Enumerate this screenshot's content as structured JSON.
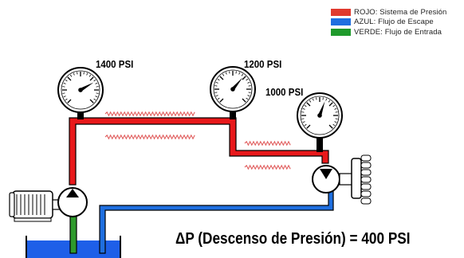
{
  "legend": [
    {
      "color": "#e03a2e",
      "label": "ROJO: Sistema de Presión"
    },
    {
      "color": "#1f6fe0",
      "label": "AZUL: Flujo de Escape"
    },
    {
      "color": "#1f9a2c",
      "label": "VERDE: Flujo de Entrada"
    }
  ],
  "gauges": [
    {
      "reading": "1400 PSI"
    },
    {
      "reading": "1200 PSI"
    },
    {
      "reading": "1000 PSI"
    }
  ],
  "footer": {
    "equation": "ΔP (Descenso de Presión) = 400 PSI"
  },
  "colors": {
    "pressure_line": "#e8191b",
    "exhaust_line": "#1f6fe0",
    "intake_line": "#2e9a2c",
    "reservoir": "#1e5fe8",
    "wave": "#e05a5a"
  },
  "components": [
    "electric-motor",
    "pump",
    "hydraulic-motor",
    "reservoir",
    "pressure-gauge"
  ]
}
